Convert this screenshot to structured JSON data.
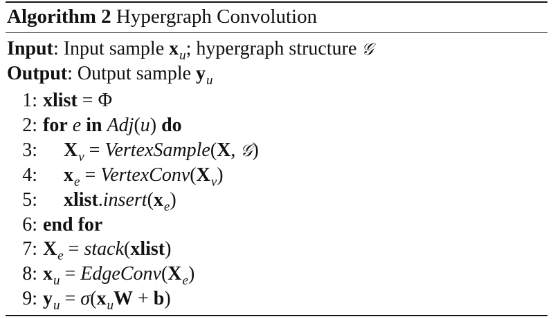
{
  "algorithm": {
    "label": "Algorithm 2",
    "name": "Hypergraph Convolution",
    "input_key": "Input",
    "input_text": ": Input sample ",
    "input_var": "x",
    "input_sub": "u",
    "input_rest": "; hypergraph structure ",
    "input_struct": "𝒢",
    "output_key": "Output",
    "output_text": ": Output sample ",
    "output_var": "y",
    "output_sub": "u"
  },
  "lines": [
    {
      "num": "1:",
      "text": "xlist = Φ"
    },
    {
      "num": "2:",
      "text": "for e in Adj(u) do"
    },
    {
      "num": "3:",
      "text": "Xv = VertexSample(X, 𝒢)"
    },
    {
      "num": "4:",
      "text": "xe = VertexConv(Xv)"
    },
    {
      "num": "5:",
      "text": "xlist.insert(xe)"
    },
    {
      "num": "6:",
      "text": "end for"
    },
    {
      "num": "7:",
      "text": "Xe = stack(xlist)"
    },
    {
      "num": "8:",
      "text": "xu = EdgeConv(Xe)"
    },
    {
      "num": "9:",
      "text": "yu = σ(xuW + b)"
    }
  ],
  "tokens": {
    "xlist": "xlist",
    "eq": "=",
    "phi": "Φ",
    "for": "for",
    "in": "in",
    "do": "do",
    "end_for": "end for",
    "e": "e",
    "adj": "Adj",
    "u": "u",
    "X": "X",
    "x": "x",
    "y": "y",
    "W": "W",
    "b": "b",
    "v": "v",
    "plus": "+",
    "sigma": "σ",
    "G": "𝒢",
    "vertex_sample": "VertexSample",
    "vertex_conv": "VertexConv",
    "insert": "insert",
    "stack": "stack",
    "edge_conv": "EdgeConv",
    "lp": "(",
    "rp": ")",
    "comma": ",",
    "dot": "."
  }
}
